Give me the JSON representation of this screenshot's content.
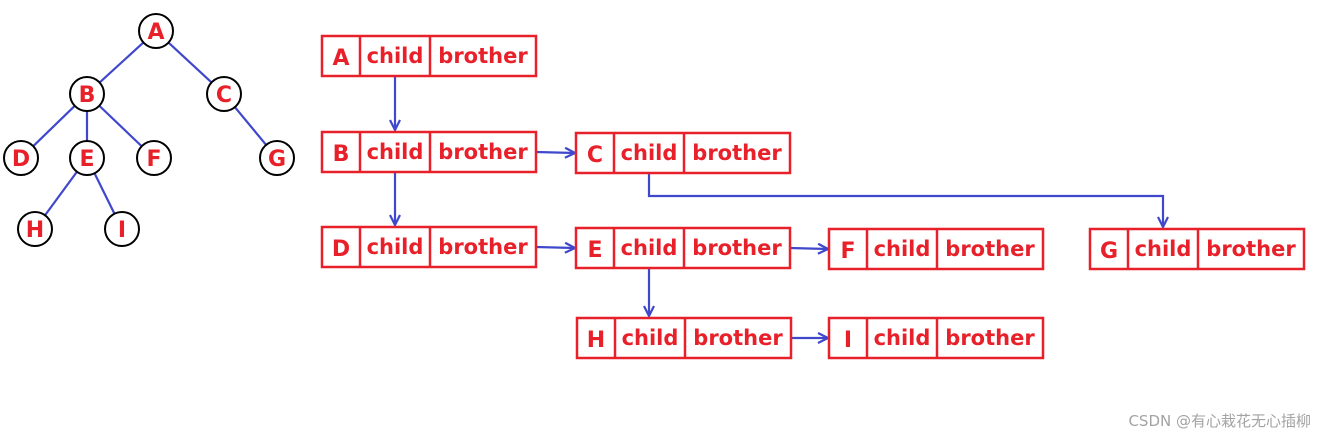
{
  "colors": {
    "node_red": "#e8202a",
    "line_blue": "#3f48cc",
    "circle_black": "#000000",
    "background": "#ffffff",
    "watermark_gray": "#a3a3a3"
  },
  "tree": {
    "nodes": [
      "A",
      "B",
      "C",
      "D",
      "E",
      "F",
      "G",
      "H",
      "I"
    ],
    "edges": [
      [
        "A",
        "B"
      ],
      [
        "A",
        "C"
      ],
      [
        "B",
        "D"
      ],
      [
        "B",
        "E"
      ],
      [
        "B",
        "F"
      ],
      [
        "C",
        "G"
      ],
      [
        "E",
        "H"
      ],
      [
        "E",
        "I"
      ]
    ]
  },
  "linked_nodes": [
    {
      "letter": "A",
      "child_label": "child",
      "brother_label": "brother"
    },
    {
      "letter": "B",
      "child_label": "child",
      "brother_label": "brother"
    },
    {
      "letter": "C",
      "child_label": "child",
      "brother_label": "brother"
    },
    {
      "letter": "D",
      "child_label": "child",
      "brother_label": "brother"
    },
    {
      "letter": "E",
      "child_label": "child",
      "brother_label": "brother"
    },
    {
      "letter": "F",
      "child_label": "child",
      "brother_label": "brother"
    },
    {
      "letter": "G",
      "child_label": "child",
      "brother_label": "brother"
    },
    {
      "letter": "H",
      "child_label": "child",
      "brother_label": "brother"
    },
    {
      "letter": "I",
      "child_label": "child",
      "brother_label": "brother"
    }
  ],
  "pointers": [
    {
      "from": "A",
      "field": "child",
      "to": "B"
    },
    {
      "from": "B",
      "field": "brother",
      "to": "C"
    },
    {
      "from": "B",
      "field": "child",
      "to": "D"
    },
    {
      "from": "C",
      "field": "child",
      "to": "G"
    },
    {
      "from": "D",
      "field": "brother",
      "to": "E"
    },
    {
      "from": "E",
      "field": "brother",
      "to": "F"
    },
    {
      "from": "E",
      "field": "child",
      "to": "H"
    },
    {
      "from": "H",
      "field": "brother",
      "to": "I"
    }
  ],
  "watermark": "CSDN @有心栽花无心插柳"
}
